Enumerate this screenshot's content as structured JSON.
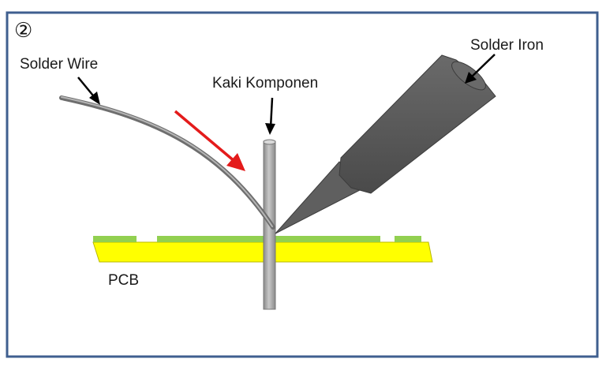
{
  "step_marker": "②",
  "labels": {
    "solder_wire": "Solder Wire",
    "component_leg": "Kaki Komponen",
    "solder_iron": "Solder Iron",
    "pcb": "PCB"
  },
  "colors": {
    "frame_border": "#3f5f8f",
    "pcb_board": "#ffff00",
    "copper_pad": "#92d050",
    "component_leg": "#a6a6a6",
    "solder_wire": "#8c8c8c",
    "solder_iron": "#595959",
    "motion_arrow": "#e41b1b",
    "pointer_arrows": "#000000"
  },
  "icons": {
    "motion_arrow": "red-direction-arrow",
    "pointer": "black-pointer-arrow"
  }
}
